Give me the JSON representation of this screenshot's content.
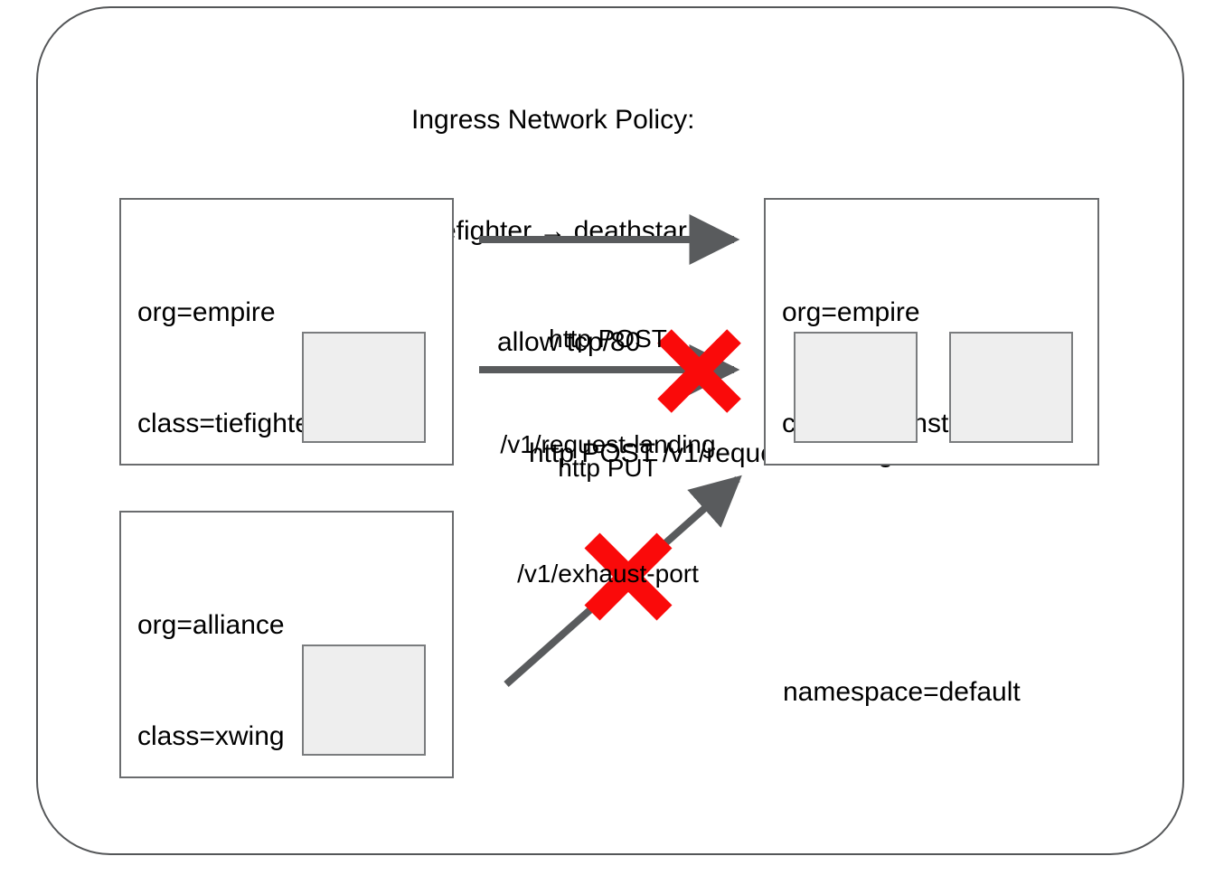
{
  "diagram": {
    "policy_title": {
      "line1": "Ingress Network Policy:",
      "line2": "tiefighter → deathstar",
      "line3": "allow tcp/80",
      "line4": "http POST /v1/request-landing"
    },
    "namespace_caption": "namespace=default",
    "boxes": [
      {
        "id": "tiefighter",
        "org_label": "org=empire",
        "class_label": "class=tiefighter",
        "pod_count": 1
      },
      {
        "id": "deathstar",
        "org_label": "org=empire",
        "class_label": "class=deathstar",
        "pod_count": 2
      },
      {
        "id": "xwing",
        "org_label": "org=alliance",
        "class_label": "class=xwing",
        "pod_count": 1
      }
    ],
    "edges": [
      {
        "id": "allowed-post",
        "from": "tiefighter",
        "to": "deathstar",
        "method_line": "http POST",
        "path_line": "/v1/request-landing",
        "blocked": false
      },
      {
        "id": "denied-put",
        "from": "tiefighter",
        "to": "deathstar",
        "method_line": "http PUT",
        "path_line": "/v1/exhaust-port",
        "blocked": true
      },
      {
        "id": "denied-xwing",
        "from": "xwing",
        "to": "deathstar",
        "method_line": "",
        "path_line": "",
        "blocked": true
      }
    ],
    "colors": {
      "boundary": "#545658",
      "box_border": "#6a6c6e",
      "pod_fill": "#eeeeee",
      "pod_border": "#7a7c7e",
      "arrow": "#595b5d",
      "blocked": "#fa0a0a",
      "text": "#000000"
    }
  }
}
